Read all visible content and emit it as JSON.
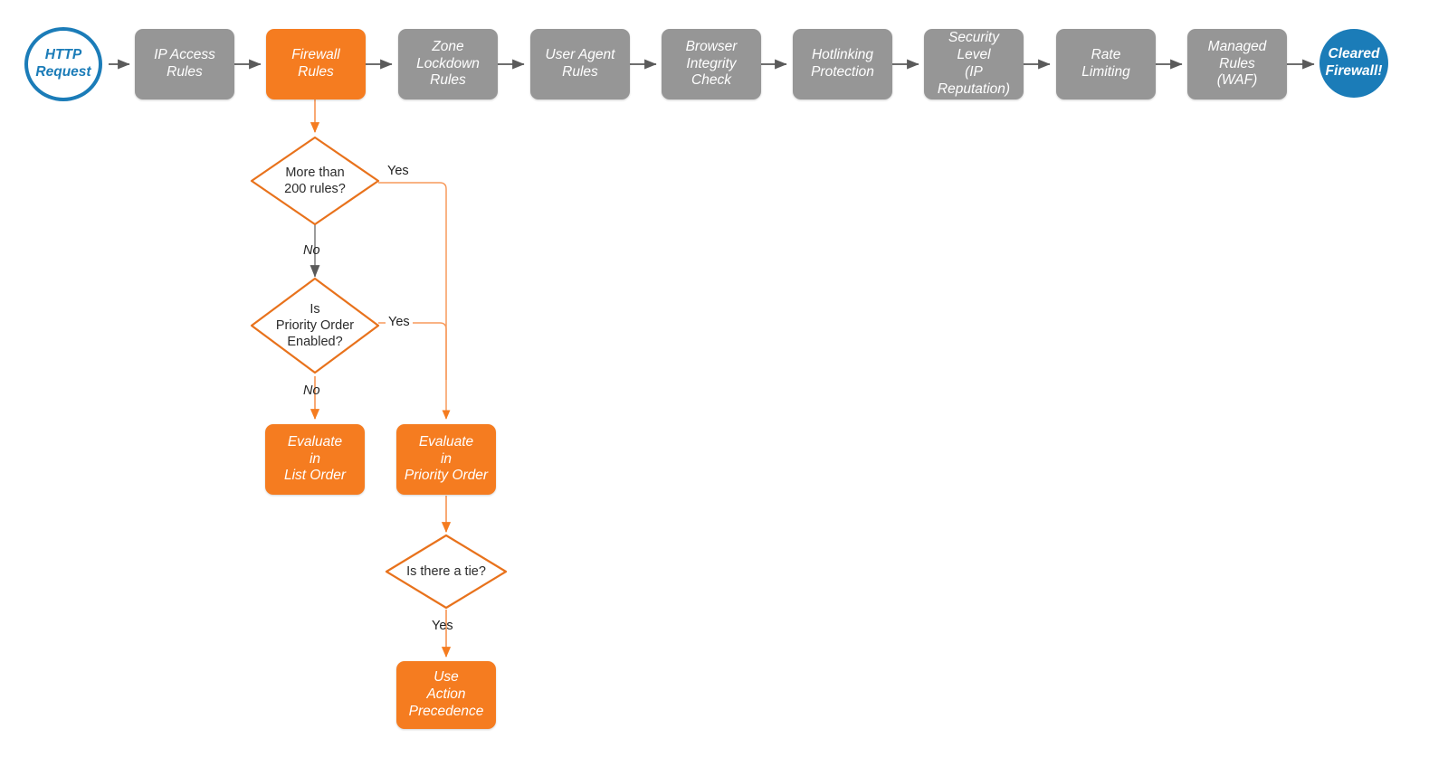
{
  "diagram": {
    "title": "Cloudflare firewall rule evaluation order",
    "colors": {
      "orange": "#F57C20",
      "orange_stroke": "#E8721C",
      "orange_wire": "#F79A5C",
      "gray": "#969696",
      "gray_wire": "#5a5a5a",
      "blue": "#1b7cb8",
      "text_dark": "#2b2b2b",
      "white": "#ffffff"
    }
  },
  "pipeline": {
    "start": {
      "label": "HTTP\nRequest",
      "shape": "circle-hollow",
      "color": "#1b7cb8"
    },
    "steps": [
      {
        "label": "IP Access\nRules",
        "shape": "process",
        "color": "#969696"
      },
      {
        "label": "Firewall\nRules",
        "shape": "process",
        "color": "#F57C20"
      },
      {
        "label": "Zone\nLockdown\nRules",
        "shape": "process",
        "color": "#969696"
      },
      {
        "label": "User Agent\nRules",
        "shape": "process",
        "color": "#969696"
      },
      {
        "label": "Browser\nIntegrity\nCheck",
        "shape": "process",
        "color": "#969696"
      },
      {
        "label": "Hotlinking\nProtection",
        "shape": "process",
        "color": "#969696"
      },
      {
        "label": "Security\nLevel\n(IP Reputation)",
        "shape": "process",
        "color": "#969696"
      },
      {
        "label": "Rate\nLimiting",
        "shape": "process",
        "color": "#969696"
      },
      {
        "label": "Managed\nRules\n(WAF)",
        "shape": "process",
        "color": "#969696"
      }
    ],
    "end": {
      "label": "Cleared\nFirewall!",
      "shape": "circle-filled",
      "color": "#1b7cb8"
    }
  },
  "branch": {
    "decisions": [
      {
        "id": "more-than-200-rules",
        "label": "More than\n200 rules?"
      },
      {
        "id": "is-priority-order-enabled",
        "label": "Is\nPriority Order\nEnabled?"
      },
      {
        "id": "is-there-a-tie",
        "label": "Is there a tie?"
      }
    ],
    "outcomes": [
      {
        "id": "evaluate-in-list-order",
        "label": "Evaluate\nin\nList Order"
      },
      {
        "id": "evaluate-in-priority-order",
        "label": "Evaluate\nin\nPriority Order"
      },
      {
        "id": "use-action-precedence",
        "label": "Use\nAction\nPrecedence"
      }
    ],
    "edge_labels": {
      "more_than_200_yes": "Yes",
      "more_than_200_no": "No",
      "priority_order_yes": "Yes",
      "priority_order_no": "No",
      "tie_yes": "Yes"
    }
  }
}
